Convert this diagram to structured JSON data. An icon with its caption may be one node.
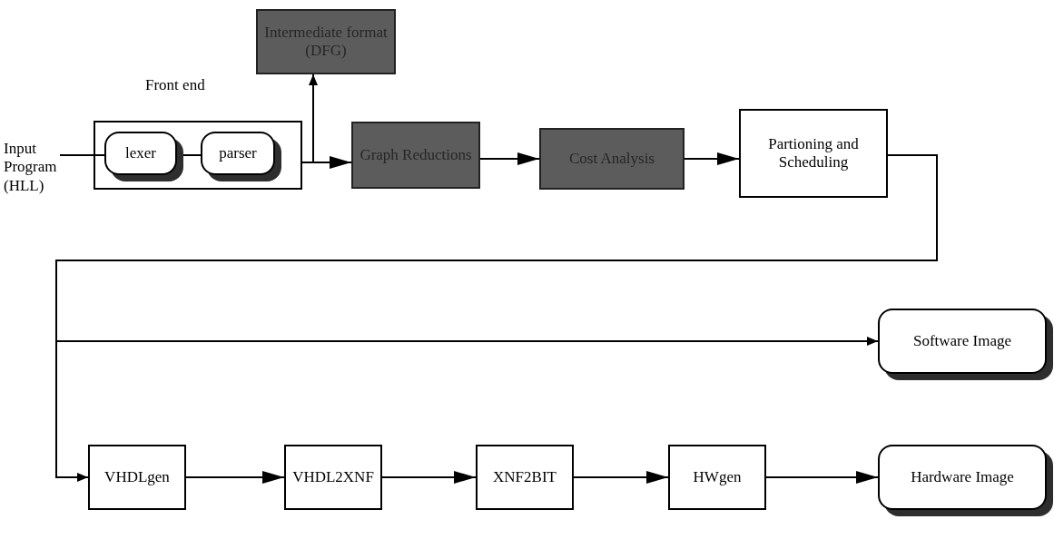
{
  "diagram": {
    "nodes": [
      {
        "text": [
          "Input Program (HLL)"
        ]
      },
      {
        "text": [
          "Front end"
        ]
      },
      {
        "text": [
          "lexer"
        ],
        "in": 1
      },
      {
        "text": [
          "parser"
        ],
        "in": 1
      },
      {
        "text": [
          "Intermediate format (DFG)"
        ]
      },
      {
        "text": [
          "Graph Reductions"
        ]
      },
      {
        "text": [
          "Cost Analysis"
        ]
      },
      {
        "text": [
          "Partioning and Scheduling"
        ]
      },
      {
        "text": [
          "Software Image"
        ]
      },
      {
        "text": [
          "VHDLgen"
        ]
      },
      {
        "text": [
          "VHDL2XNF"
        ]
      },
      {
        "text": [
          "XNF2BIT"
        ]
      },
      {
        "text": [
          "HWgen"
        ]
      },
      {
        "text": [
          "Hardware Image"
        ]
      }
    ],
    "edges": [
      {
        "from": 0,
        "to": 2,
        "arrow": "none"
      },
      {
        "from": 2,
        "to": 3,
        "arrow": "none"
      },
      {
        "from": 1,
        "to": 5,
        "arrow": "to"
      },
      {
        "from": 1,
        "to": 4,
        "arrow": "to"
      },
      {
        "from": 5,
        "to": 6,
        "arrow": "to"
      },
      {
        "from": 6,
        "to": 7,
        "arrow": "to"
      },
      {
        "from": 7,
        "to": 8,
        "arrow": "to"
      },
      {
        "from": 7,
        "to": 9,
        "arrow": "to"
      },
      {
        "from": 9,
        "to": 10,
        "arrow": "to"
      },
      {
        "from": 10,
        "to": 11,
        "arrow": "to"
      },
      {
        "from": 11,
        "to": 12,
        "arrow": "to"
      },
      {
        "from": 12,
        "to": 13,
        "arrow": "to"
      }
    ]
  }
}
